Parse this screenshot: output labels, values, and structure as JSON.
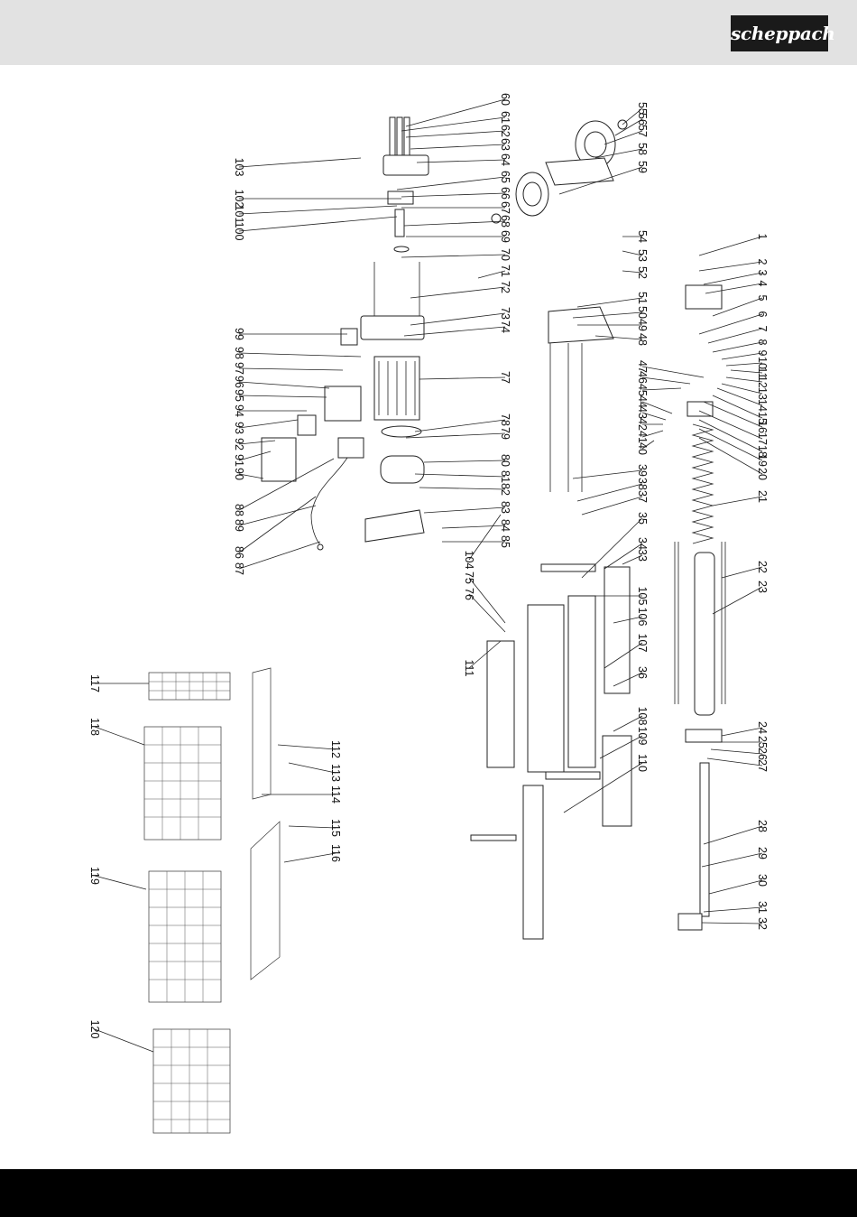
{
  "header": {
    "brand": "scheppach",
    "brand_color": "#1a1a1a",
    "band_color": "#e2e2e2",
    "footer_color": "#000000"
  },
  "diagram": {
    "orientation": "rotated 90 degrees clockwise",
    "part_numbers": [
      "1",
      "2",
      "3",
      "4",
      "5",
      "6",
      "7",
      "8",
      "9",
      "10",
      "11",
      "12",
      "13",
      "14",
      "15",
      "16",
      "17",
      "18",
      "19",
      "20",
      "21",
      "22",
      "23",
      "24",
      "25",
      "26",
      "27",
      "28",
      "29",
      "30",
      "31",
      "32",
      "33",
      "34",
      "35",
      "36",
      "37",
      "38",
      "39",
      "40",
      "41",
      "42",
      "43",
      "44",
      "45",
      "46",
      "47",
      "48",
      "49",
      "50",
      "51",
      "52",
      "53",
      "54",
      "55",
      "56",
      "57",
      "58",
      "59",
      "60",
      "61",
      "62",
      "63",
      "64",
      "65",
      "66",
      "67",
      "68",
      "69",
      "70",
      "71",
      "72",
      "73",
      "74",
      "75",
      "76",
      "77",
      "78",
      "79",
      "80",
      "81",
      "82",
      "83",
      "84",
      "85",
      "86",
      "87",
      "88",
      "89",
      "90",
      "91",
      "92",
      "93",
      "94",
      "95",
      "96",
      "97",
      "98",
      "99",
      "100",
      "101",
      "102",
      "103",
      "104",
      "105",
      "106",
      "107",
      "108",
      "109",
      "110",
      "111",
      "112",
      "113",
      "114",
      "115",
      "116",
      "117",
      "118",
      "119",
      "120"
    ]
  }
}
